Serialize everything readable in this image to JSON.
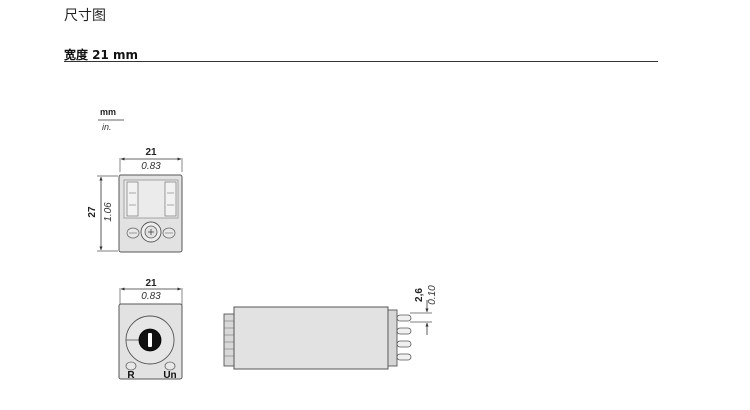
{
  "page": {
    "title": "尺寸图",
    "section": "宽度 21 mm"
  },
  "units": {
    "primary": "mm",
    "secondary": "in."
  },
  "front_view": {
    "width_mm": "21",
    "width_in": "0.83",
    "height_mm": "27",
    "height_in": "1.06"
  },
  "bottom_view": {
    "width_mm": "21",
    "width_in": "0.83",
    "label_left": "R",
    "label_right": "Un"
  },
  "side_view": {
    "pin_pitch_mm": "2,6",
    "pin_pitch_in": "0.10"
  },
  "colors": {
    "body_fill": "#e2e2e2",
    "stroke": "#555555",
    "text": "#222222"
  }
}
